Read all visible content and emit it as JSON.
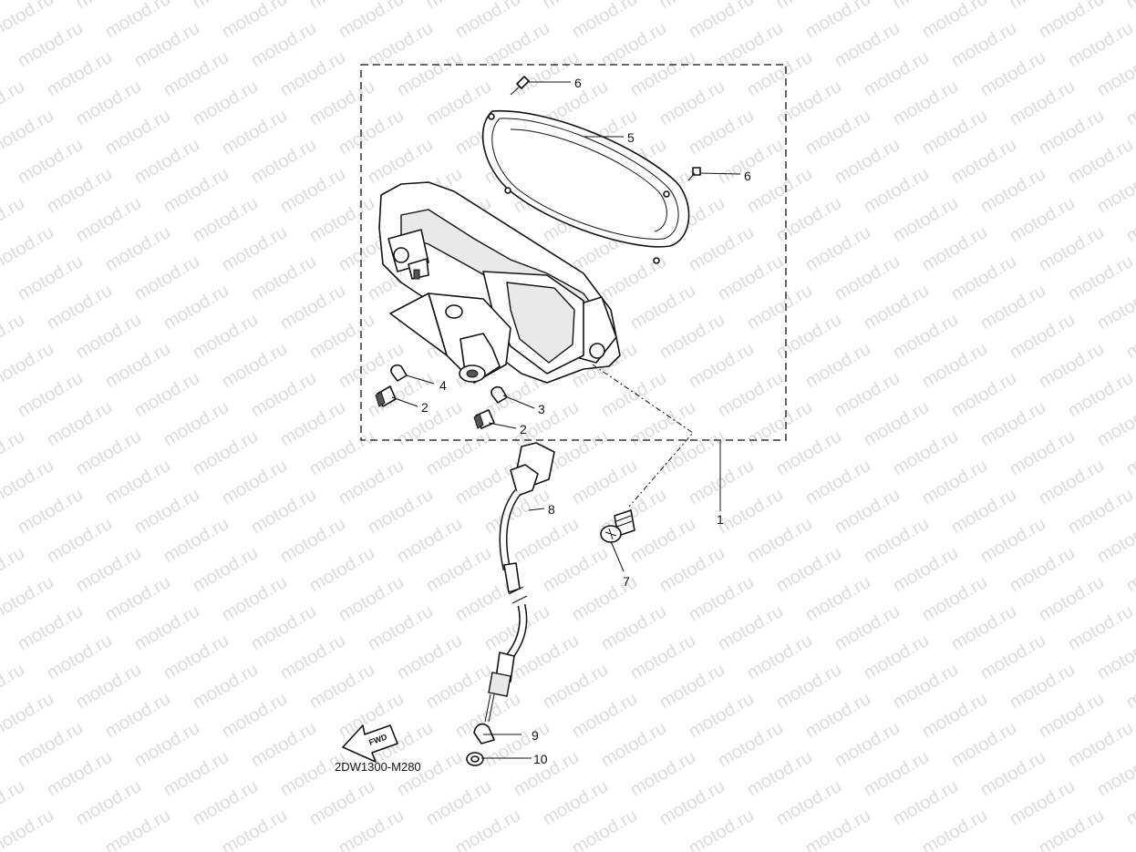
{
  "watermark": {
    "text": "motod.ru",
    "color": "#dcdcdc"
  },
  "diagram": {
    "part_code": "2DW1300-M280",
    "fwd_label": "FWD",
    "callouts": [
      {
        "id": "c1",
        "label": "1",
        "name": "meter-assembly"
      },
      {
        "id": "c2a",
        "label": "2",
        "name": "bulb-socket"
      },
      {
        "id": "c2b",
        "label": "2",
        "name": "bulb-socket"
      },
      {
        "id": "c3",
        "label": "3",
        "name": "bulb"
      },
      {
        "id": "c4",
        "label": "4",
        "name": "bulb"
      },
      {
        "id": "c5",
        "label": "5",
        "name": "meter-lens"
      },
      {
        "id": "c6a",
        "label": "6",
        "name": "screw"
      },
      {
        "id": "c6b",
        "label": "6",
        "name": "screw"
      },
      {
        "id": "c7",
        "label": "7",
        "name": "bolt"
      },
      {
        "id": "c8",
        "label": "8",
        "name": "speedometer-cable"
      },
      {
        "id": "c9",
        "label": "9",
        "name": "cable-clip"
      },
      {
        "id": "c10",
        "label": "10",
        "name": "washer"
      }
    ]
  }
}
